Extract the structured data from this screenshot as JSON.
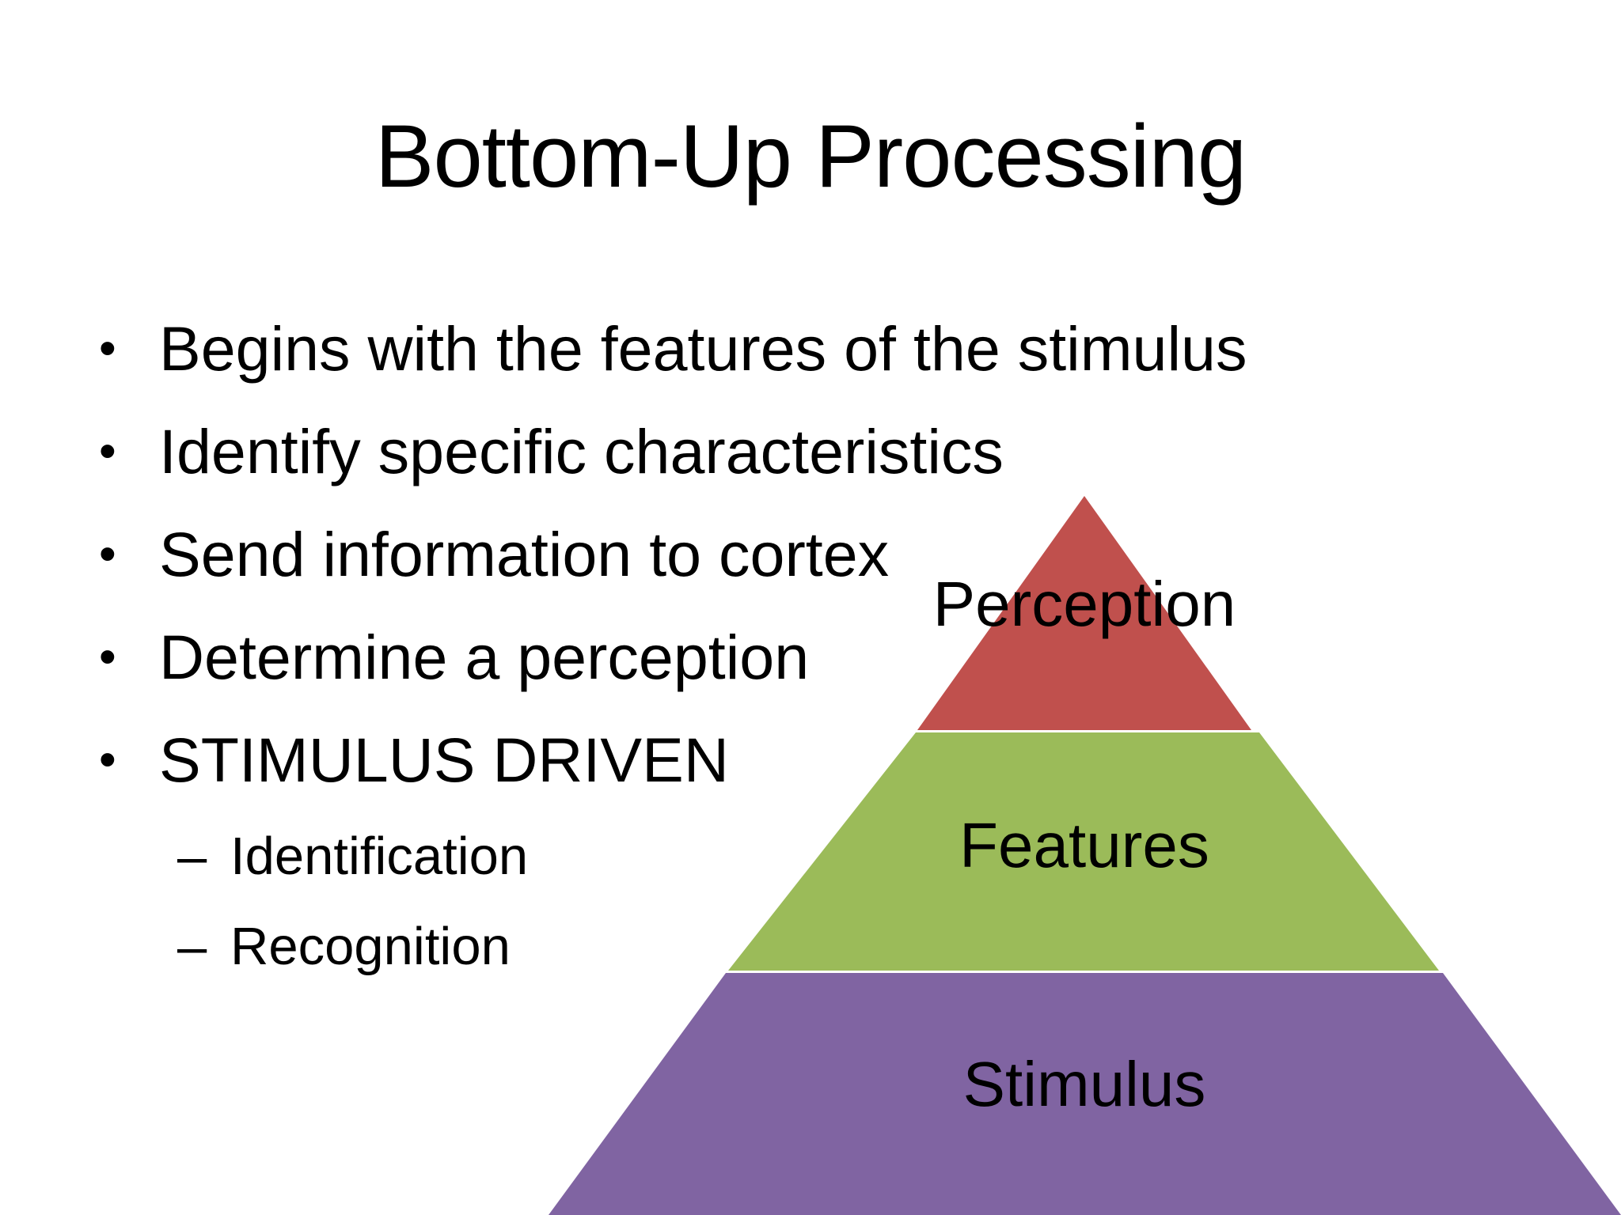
{
  "slide": {
    "title": "Bottom-Up Processing",
    "bullets": [
      {
        "text": "Begins with the features of the stimulus",
        "marker": "•"
      },
      {
        "text": "Identify specific characteristics",
        "marker": "•"
      },
      {
        "text": "Send information to cortex",
        "marker": "•"
      },
      {
        "text": "Determine a perception",
        "marker": "•"
      },
      {
        "text": "STIMULUS DRIVEN",
        "marker": "•"
      }
    ],
    "sub_bullets": [
      {
        "text": "Identification",
        "marker": "–"
      },
      {
        "text": "Recognition",
        "marker": "–"
      }
    ]
  },
  "pyramid": {
    "levels": [
      {
        "label": "Perception",
        "color": "#C0504D"
      },
      {
        "label": "Features",
        "color": "#9BBB59"
      },
      {
        "label": "Stimulus",
        "color": "#8064A2"
      }
    ]
  }
}
